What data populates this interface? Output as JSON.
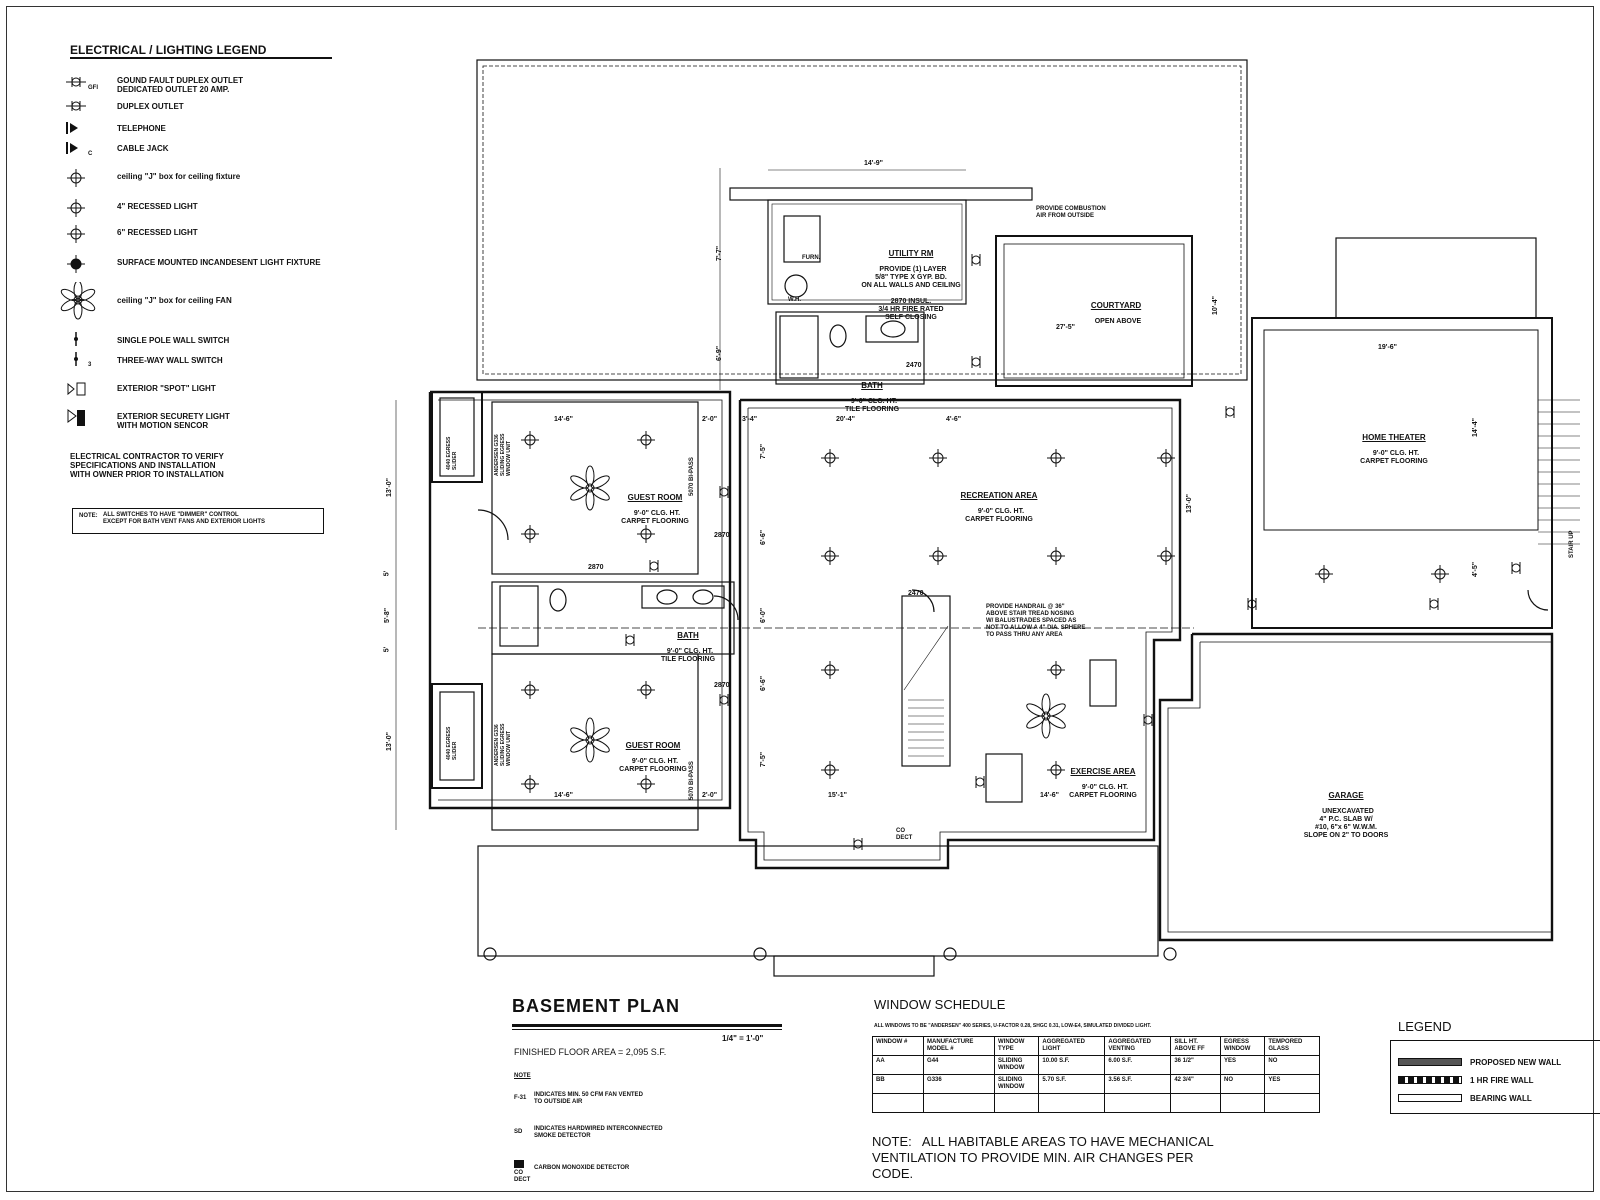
{
  "legend": {
    "title": "ELECTRICAL / LIGHTING LEGEND",
    "items": [
      {
        "icon": "gfi-outlet-icon",
        "label": "GOUND FAULT DUPLEX OUTLET\nDEDICATED OUTLET 20 AMP.",
        "sub": "GFI"
      },
      {
        "icon": "duplex-outlet-icon",
        "label": "DUPLEX OUTLET"
      },
      {
        "icon": "telephone-icon",
        "label": "TELEPHONE"
      },
      {
        "icon": "cable-jack-icon",
        "label": "CABLE JACK",
        "sub": "C"
      },
      {
        "icon": "ceiling-box-fixture-icon",
        "label": "ceiling \"J\" box for ceiling fixture"
      },
      {
        "icon": "recessed-light-4-icon",
        "label": "4\" RECESSED LIGHT"
      },
      {
        "icon": "recessed-light-6-icon",
        "label": "6\" RECESSED LIGHT"
      },
      {
        "icon": "surface-mounted-light-icon",
        "label": "SURFACE MOUNTED INCANDESENT LIGHT FIXTURE"
      },
      {
        "icon": "ceiling-fan-icon",
        "label": "ceiling \"J\" box for ceiling FAN"
      },
      {
        "icon": "single-pole-switch-icon",
        "label": "SINGLE POLE WALL SWITCH"
      },
      {
        "icon": "three-way-switch-icon",
        "label": "THREE-WAY WALL SWITCH",
        "sub": "3"
      },
      {
        "icon": "spot-light-icon",
        "label": "EXTERIOR \"SPOT\" LIGHT"
      },
      {
        "icon": "security-light-icon",
        "label": "EXTERIOR SECURETY LIGHT\nWITH MOTION SENCOR"
      }
    ],
    "contractor_note": "ELECTRICAL CONTRACTOR TO VERIFY\nSPECIFICATIONS AND INSTALLATION\nWITH OWNER PRIOR TO INSTALLATION",
    "dimmer_note_label": "NOTE:",
    "dimmer_note": "ALL SWITCHES TO HAVE \"DIMMER\" CONTROL\nEXCEPT FOR BATH VENT FANS AND EXTERIOR LIGHTS"
  },
  "rooms": {
    "utility": {
      "name": "UTILITY RM",
      "desc": "PROVIDE (1) LAYER\n5/8\" TYPE X GYP. BD.\nON ALL WALLS AND CEILING\n\n2870 INSUL.\n3/4 HR FIRE RATED\nSELF CLOSING"
    },
    "courtyard": {
      "name": "COURTYARD",
      "desc": "OPEN ABOVE"
    },
    "combustion_note": "PROVIDE COMBUSTION\nAIR FROM OUTSIDE",
    "bath_upper": {
      "name": "BATH",
      "desc": "9'-0\" CLG. HT.\nTILE FLOORING"
    },
    "home_theater": {
      "name": "HOME THEATER",
      "desc": "9'-0\" CLG. HT.\nCARPET FLOORING"
    },
    "recreation": {
      "name": "RECREATION AREA",
      "desc": "9'-0\" CLG. HT.\nCARPET FLOORING"
    },
    "guest_room_1": {
      "name": "GUEST ROOM",
      "desc": "9'-0\" CLG. HT.\nCARPET FLOORING"
    },
    "guest_room_2": {
      "name": "GUEST ROOM",
      "desc": "9'-0\" CLG. HT.\nCARPET FLOORING"
    },
    "bath_lower": {
      "name": "BATH",
      "desc": "9'-0\" CLG. HT.\nTILE FLOORING"
    },
    "exercise": {
      "name": "EXERCISE AREA",
      "desc": "9'-0\" CLG. HT.\nCARPET FLOORING"
    },
    "garage": {
      "name": "GARAGE",
      "desc": "UNEXCAVATED\n4\" P.C. SLAB W/\n#10, 6\"x 6\" W.W.M.\nSLOPE ON 2\" TO DOORS"
    },
    "handrail_note": "PROVIDE HANDRAIL @ 36\"\nABOVE STAIR TREAD NOSING\nW/ BALUSTRADES SPACED AS\nNOT TO ALLOW A 4\" DIA. SPHERE\nTO PASS THRU ANY AREA",
    "egress_1": "4040 EGRESS\nSLIDER",
    "egress_2": "4040 EGRESS\nSLIDER",
    "andersen_1": "ANDERSEN G336\nSLIDING EGRESS\nWINDOW UNIT",
    "andersen_2": "ANDERSEN G336\nSLIDING EGRESS\nWINDOW UNIT",
    "bi_pass_1": "5070 BI-PASS",
    "bi_pass_2": "5070 BI-PASS",
    "stair_up": "STAIR UP",
    "furn": "FURN.",
    "wh": "W.H.",
    "co_dect": "CO\nDECT"
  },
  "dimensions": {
    "util_width": "14'-9\"",
    "util_height": "7'-7\"",
    "left_height": "6'-9\"",
    "courtyard_width": "27'-5\"",
    "courtyard_depth": "10'-4\"",
    "theater_width": "19'-6\"",
    "theater_depth": "14'-4\"",
    "guest1_width": "14'-6\"",
    "guest2_width": "14'-6\"",
    "rec_width_a": "3'-4\"",
    "rec_width_b": "20'-4\"",
    "rec_width_c": "4'-6\"",
    "left_dim_1": "13'-0\"",
    "left_dim_2": "5'",
    "left_dim_3": "5'-8\"",
    "left_dim_4": "5'",
    "left_dim_5": "13'-0\"",
    "rec_height": "13'-0\"",
    "bottom_a": "15'-1\"",
    "bottom_b": "14'-6\"",
    "door_2870_a": "2870",
    "door_2870_b": "2870",
    "door_2870_c": "2870",
    "door_2470_a": "2470",
    "door_2470_b": "2470",
    "small_dim_a": "2'-0\"",
    "small_dim_b": "2'-0\"",
    "small_dim_c": "7'-5\"",
    "small_dim_d": "6'-6\"",
    "small_dim_e": "6'-6\"",
    "small_dim_f": "7'-5\"",
    "small_dim_g": "4'-5\"",
    "small_dim_h": "6'-0\""
  },
  "plan": {
    "title": "BASEMENT PLAN",
    "scale": "1/4\" = 1'-0\"",
    "finished_area": "FINISHED FLOOR AREA = 2,095 S.F.",
    "note_heading": "NOTE",
    "notes": [
      {
        "icon": "vent-fan-icon",
        "text": "INDICATES MIN. 50 CFM FAN VENTED\nTO OUTSIDE AIR"
      },
      {
        "icon": "smoke-detector-icon",
        "text": "INDICATES HARDWIRED INTERCONNECTED\nSMOKE DETECTOR"
      },
      {
        "icon": "carbon-monoxide-icon",
        "text": "CARBON MONOXIDE DETECTOR"
      }
    ],
    "vent_symbol": "F-31",
    "smoke_symbol": "SD",
    "co_symbol": "CO\nDECT"
  },
  "window_schedule": {
    "title": "WINDOW SCHEDULE",
    "subtitle": "ALL WINDOWS TO BE \"ANDERSEN\" 400 SERIES, U-FACTOR 0.28, SHGC 0.31, LOW-E4, SIMULATED DIVIDED LIGHT.",
    "headers": [
      "WINDOW #",
      "MANUFACTURE\nMODEL #",
      "WINDOW\nTYPE",
      "AGGREGATED\nLIGHT",
      "AGGREGATED\nVENTING",
      "SILL HT.\nABOVE FF",
      "EGRESS\nWINDOW",
      "TEMPORED\nGLASS"
    ],
    "rows": [
      [
        "AA",
        "G44",
        "SLIDING\nWINDOW",
        "10.00 S.F.",
        "6.00 S.F.",
        "36 1/2\"",
        "YES",
        "NO"
      ],
      [
        "BB",
        "G336",
        "SLIDING\nWINDOW",
        "5.70 S.F.",
        "3.56 S.F.",
        "42 3/4\"",
        "NO",
        "YES"
      ]
    ]
  },
  "legend_walls": {
    "title": "LEGEND",
    "items": [
      {
        "label": "PROPOSED NEW WALL",
        "style": "solid"
      },
      {
        "label": "1 HR FIRE WALL",
        "style": "dashed"
      },
      {
        "label": "BEARING WALL",
        "style": "open"
      }
    ]
  },
  "ventilation_note": "NOTE:   ALL HABITABLE AREAS TO HAVE MECHANICAL\nVENTILATION TO PROVIDE MIN. AIR CHANGES PER\nCODE."
}
